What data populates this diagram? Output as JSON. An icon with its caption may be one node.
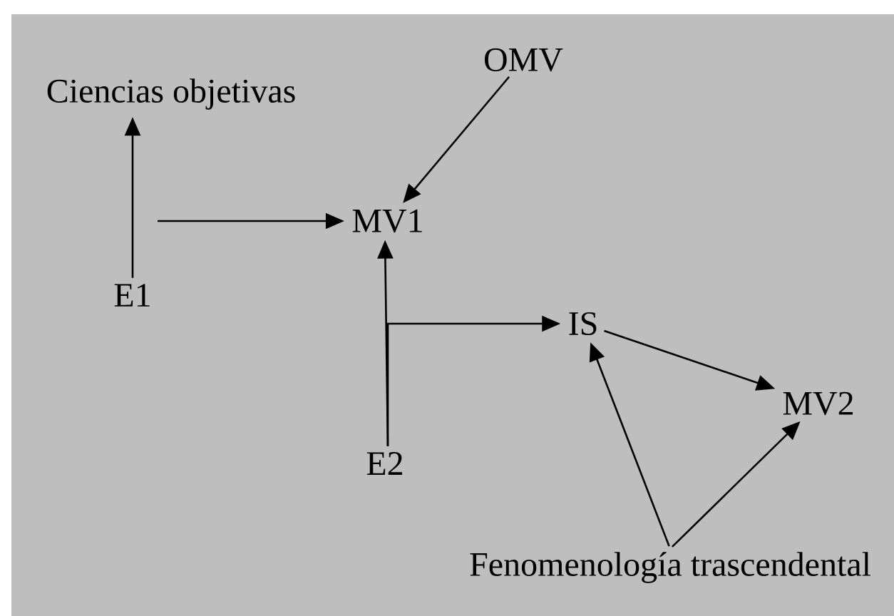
{
  "diagram": {
    "nodes": [
      {
        "text": [
          "Ciencias objetivas"
        ]
      },
      {
        "text": [
          "OMV"
        ]
      },
      {
        "text": [
          "MV1"
        ]
      },
      {
        "text": [
          "E1"
        ]
      },
      {
        "text": [
          "IS"
        ]
      },
      {
        "text": [
          "E2"
        ]
      },
      {
        "text": [
          "MV2"
        ]
      },
      {
        "text": [
          "Fenomenología trascendental"
        ]
      }
    ],
    "edges": [
      {
        "from": 3,
        "to": 0,
        "arrow": "to"
      },
      {
        "from": 3,
        "to": 2,
        "arrow": "to"
      },
      {
        "from": 1,
        "to": 2,
        "arrow": "to"
      },
      {
        "from": 5,
        "to": 2,
        "arrow": "to"
      },
      {
        "from": 5,
        "to": 4,
        "arrow": "to"
      },
      {
        "from": 4,
        "to": 6,
        "arrow": "to"
      },
      {
        "from": 7,
        "to": 4,
        "arrow": "to"
      },
      {
        "from": 7,
        "to": 6,
        "arrow": "to"
      }
    ]
  }
}
